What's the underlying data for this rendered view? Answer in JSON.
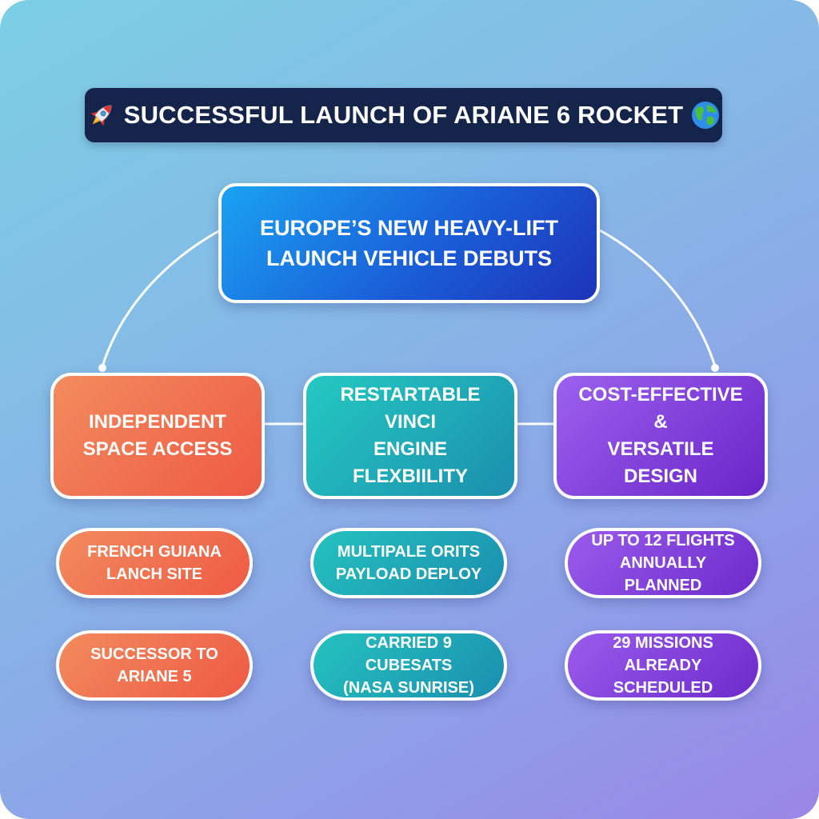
{
  "title": {
    "text": "SUCCESSFUL LAUNCH OF ARIANE 6 ROCKET",
    "left_icon": "rocket-icon",
    "right_icon": "globe-icon"
  },
  "main_node": {
    "line1": "EUROPE’S NEW HEAVY-LIFT",
    "line2": "LAUNCH VEHICLE DEBUTS"
  },
  "branches": [
    {
      "line1": "INDEPENDENT",
      "line2": "SPACE ACCESS",
      "color": "#ef6a4c",
      "details": [
        {
          "line1": "FRENCH GUIANA",
          "line2": "LANCH SITE"
        },
        {
          "line1": "SUCCESSOR TO",
          "line2": "ARIANE 5"
        }
      ]
    },
    {
      "line1": "RESTARTABLE VINCI",
      "line2": "ENGINE FLEXBIILITY",
      "color": "#1ea9b8",
      "details": [
        {
          "line1": "MULTIPALE ORITS",
          "line2": "PAYLOAD DEPLOY"
        },
        {
          "line1": "CARRIED 9 CUBESATS",
          "line2": "(NASA SUNRISE)"
        }
      ]
    },
    {
      "line1": "COST-EFFECTIVE &",
      "line2": "VERSATILE DESIGN",
      "color": "#7f3ed9",
      "details": [
        {
          "line1": "UP TO 12 FLIGHTS",
          "line2": "ANNUALLY PLANNED"
        },
        {
          "line1": "29 MISSIONS",
          "line2": "ALREADY SCHEDULED"
        }
      ]
    }
  ]
}
